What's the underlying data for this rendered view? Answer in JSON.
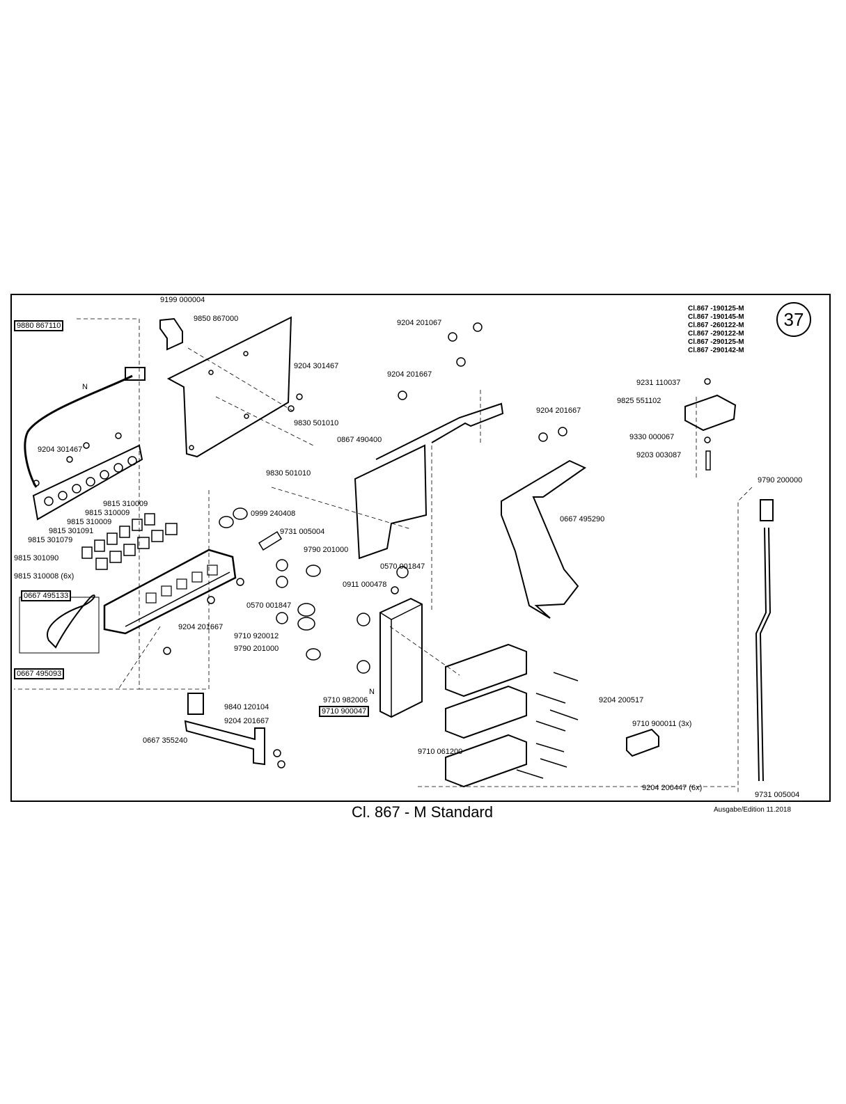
{
  "page_number": "37",
  "variants": [
    "Cl.867 -190125-M",
    "Cl.867 -190145-M",
    "Cl.867 -260122-M",
    "Cl.867 -290122-M",
    "Cl.867 -290125-M",
    "Cl.867 -290142-M"
  ],
  "title": "Cl. 867 - M Standard",
  "edition": "Ausgabe/Edition   11.2018",
  "parts": {
    "p9199000004": "9199 000004",
    "p9850867000": "9850 867000",
    "p9880867110": "9880 867110",
    "n_cable": "N",
    "p9204301467a": "9204 301467",
    "p9204301467b": "9204 301467",
    "p9830501010a": "9830 501010",
    "p9830501010b": "9830 501010",
    "p9815310009a": "9815 310009",
    "p9815310009b": "9815 310009",
    "p9815310009c": "9815 310009",
    "p9815301091": "9815 301091",
    "p9815301079": "9815 301079",
    "p9815301090": "9815 301090",
    "p9815310008": "9815 310008 (6x)",
    "p0667495133": "0667 495133",
    "p0667495093": "0667 495093",
    "p0999240408": "0999 240408",
    "p9731005004a": "9731 005004",
    "p9790201000a": "9790 201000",
    "p0570001847a": "0570 001847",
    "p0911000478": "0911 000478",
    "p0570001847b": "0570 001847",
    "p9710920012": "9710 920012",
    "p9790201000b": "9790 201000",
    "p9204201667a": "9204 201667",
    "n_block": "N",
    "p9710982006": "9710 982006",
    "p9710900047": "9710 900047",
    "p9840120104": "9840 120104",
    "p9204201667b": "9204 201667",
    "p0667355240": "0667 355240",
    "p9204201067": "9204 201067",
    "p9204201667c": "9204 201667",
    "p0867490400": "0867 490400",
    "p9204201667d": "9204 201667",
    "p0667495290": "0667 495290",
    "p9231110037": "9231 110037",
    "p9825551102": "9825 551102",
    "p9330000067": "9330 000067",
    "p9203003087": "9203 003087",
    "p9790200000": "9790 200000",
    "p9204200517": "9204 200517",
    "p9710900011": "9710 900011 (3x)",
    "p9710061200": "9710 061200",
    "p9204200447": "9204 200447 (6x)",
    "p9731005004b": "9731 005004"
  }
}
